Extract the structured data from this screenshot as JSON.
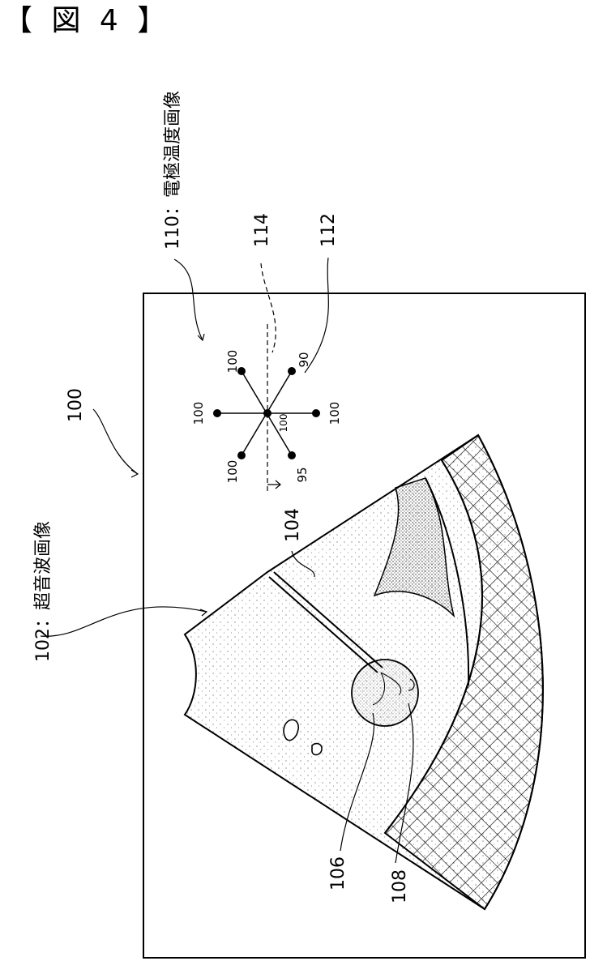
{
  "figure_title": "【 図 4 】",
  "labels": {
    "ultrasound_image": "102：超音波画像",
    "electrode_temp_image": "110：電極温度画像",
    "ref_100": "100",
    "ref_104": "104",
    "ref_106": "106",
    "ref_108": "108",
    "ref_112": "112",
    "ref_114": "114"
  },
  "temperatures": {
    "upper_left": "100",
    "left": "100",
    "lower_left": "100",
    "upper_right": "90",
    "center": "100",
    "lower_right": "95",
    "right": "100"
  }
}
